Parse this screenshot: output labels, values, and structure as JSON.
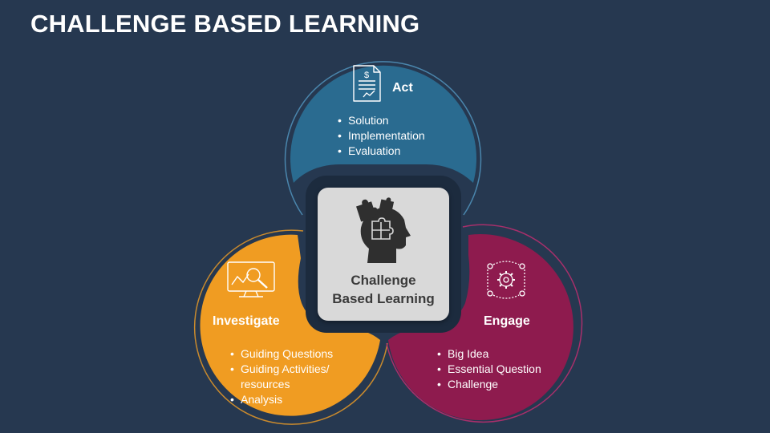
{
  "title": "CHALLENGE BASED LEARNING",
  "center": {
    "line1": "Challenge",
    "line2": "Based Learning",
    "icon": "head-puzzle-icon"
  },
  "sections": {
    "act": {
      "label": "Act",
      "icon": "invoice-document-icon",
      "color": "#2a6b90",
      "items": [
        "Solution",
        "Implementation",
        "Evaluation"
      ]
    },
    "investigate": {
      "label": "Investigate",
      "icon": "monitor-magnifier-icon",
      "color": "#f09c22",
      "items": [
        "Guiding Questions",
        "Guiding Activities/",
        "resources",
        "Analysis"
      ]
    },
    "engage": {
      "label": "Engage",
      "icon": "gear-network-icon",
      "color": "#8e1b4e",
      "items": [
        "Big Idea",
        "Essential Question",
        "Challenge"
      ]
    }
  }
}
